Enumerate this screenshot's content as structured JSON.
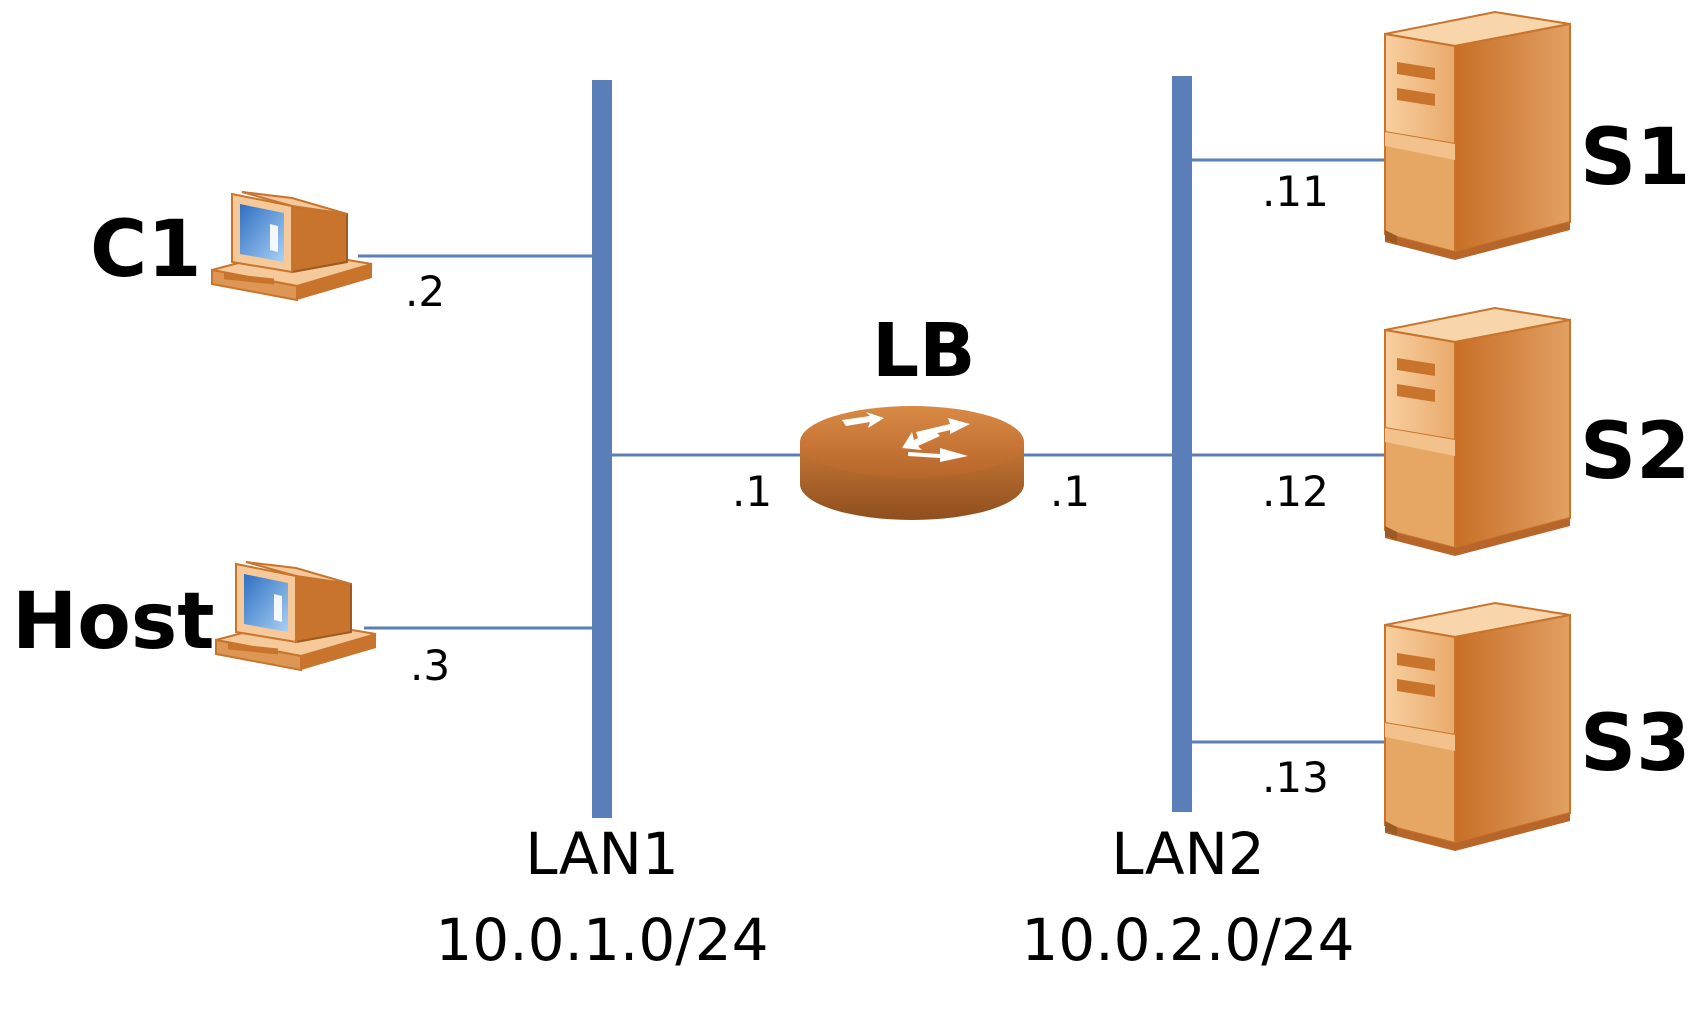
{
  "colors": {
    "bus": "#5a7fb8",
    "link": "#5a7fb8",
    "device_orange": "#c8742c",
    "device_light": "#f6c99a",
    "device_dark": "#9d5a22",
    "screen_blue": "#4d8fd6"
  },
  "devices": {
    "c1": {
      "label": "C1",
      "ip": ".2",
      "icon": "workstation-icon"
    },
    "host": {
      "label": "Host",
      "ip": ".3",
      "icon": "workstation-icon"
    },
    "lb": {
      "label": "LB",
      "ip_lan1": ".1",
      "ip_lan2": ".1",
      "icon": "router-icon"
    },
    "s1": {
      "label": "S1",
      "ip": ".11",
      "icon": "server-tower-icon"
    },
    "s2": {
      "label": "S2",
      "ip": ".12",
      "icon": "server-tower-icon"
    },
    "s3": {
      "label": "S3",
      "ip": ".13",
      "icon": "server-tower-icon"
    }
  },
  "networks": {
    "lan1": {
      "name": "LAN1",
      "subnet": "10.0.1.0/24"
    },
    "lan2": {
      "name": "LAN2",
      "subnet": "10.0.2.0/24"
    }
  }
}
